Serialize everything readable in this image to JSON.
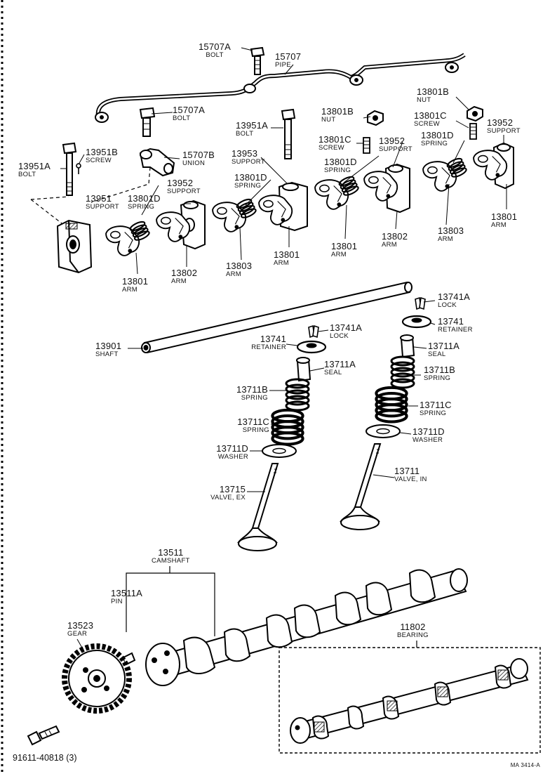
{
  "parts": {
    "bolt_15707a_top": {
      "number": "15707A",
      "name": "BOLT"
    },
    "pipe_15707": {
      "number": "15707",
      "name": "PIPE"
    },
    "bolt_15707a": {
      "number": "15707A",
      "name": "BOLT"
    },
    "union_15707b": {
      "number": "15707B",
      "name": "UNION"
    },
    "bolt_13951a_left": {
      "number": "13951A",
      "name": "BOLT"
    },
    "screw_13951b": {
      "number": "13951B",
      "name": "SCREW"
    },
    "support_13951": {
      "number": "13951",
      "name": "SUPPORT"
    },
    "spring_13801d_a": {
      "number": "13801D",
      "name": "SPRING"
    },
    "support_13952_a": {
      "number": "13952",
      "name": "SUPPORT"
    },
    "bolt_13951a_mid": {
      "number": "13951A",
      "name": "BOLT"
    },
    "support_13953": {
      "number": "13953",
      "name": "SUPPORT"
    },
    "spring_13801d_b": {
      "number": "13801D",
      "name": "SPRING"
    },
    "nut_13801b_a": {
      "number": "13801B",
      "name": "NUT"
    },
    "screw_13801c_a": {
      "number": "13801C",
      "name": "SCREW"
    },
    "spring_13801d_c": {
      "number": "13801D",
      "name": "SPRING"
    },
    "support_13952_b": {
      "number": "13952",
      "name": "SUPPORT"
    },
    "nut_13801b_b": {
      "number": "13801B",
      "name": "NUT"
    },
    "screw_13801c_b": {
      "number": "13801C",
      "name": "SCREW"
    },
    "spring_13801d_d": {
      "number": "13801D",
      "name": "SPRING"
    },
    "support_13952_c": {
      "number": "13952",
      "name": "SUPPORT"
    },
    "arm_13801_a": {
      "number": "13801",
      "name": "ARM"
    },
    "arm_13802_a": {
      "number": "13802",
      "name": "ARM"
    },
    "arm_13803_a": {
      "number": "13803",
      "name": "ARM"
    },
    "arm_13801_b": {
      "number": "13801",
      "name": "ARM"
    },
    "arm_13801_c": {
      "number": "13801",
      "name": "ARM"
    },
    "arm_13802_b": {
      "number": "13802",
      "name": "ARM"
    },
    "arm_13803_b": {
      "number": "13803",
      "name": "ARM"
    },
    "arm_13801_d": {
      "number": "13801",
      "name": "ARM"
    },
    "lock_13741a_in": {
      "number": "13741A",
      "name": "LOCK"
    },
    "retainer_13741_in": {
      "number": "13741",
      "name": "RETAINER"
    },
    "seal_13711a_in": {
      "number": "13711A",
      "name": "SEAL"
    },
    "spring_13711b_in": {
      "number": "13711B",
      "name": "SPRING"
    },
    "spring_13711c_in": {
      "number": "13711C",
      "name": "SPRING"
    },
    "washer_13711d_in": {
      "number": "13711D",
      "name": "WASHER"
    },
    "valve_13711_in": {
      "number": "13711",
      "name": "VALVE, IN"
    },
    "shaft_13901": {
      "number": "13901",
      "name": "SHAFT"
    },
    "retainer_13741_ex": {
      "number": "13741",
      "name": "RETAINER"
    },
    "lock_13741a_ex": {
      "number": "13741A",
      "name": "LOCK"
    },
    "seal_13711a_ex": {
      "number": "13711A",
      "name": "SEAL"
    },
    "spring_13711b_ex": {
      "number": "13711B",
      "name": "SPRING"
    },
    "spring_13711c_ex": {
      "number": "13711C",
      "name": "SPRING"
    },
    "washer_13711d_ex": {
      "number": "13711D",
      "name": "WASHER"
    },
    "valve_13715_ex": {
      "number": "13715",
      "name": "VALVE, EX"
    },
    "camshaft_13511": {
      "number": "13511",
      "name": "CAMSHAFT"
    },
    "pin_13511a": {
      "number": "13511A",
      "name": "PIN"
    },
    "gear_13523": {
      "number": "13523",
      "name": "GEAR"
    },
    "bearing_11802": {
      "number": "11802",
      "name": "BEARING"
    }
  },
  "bolt_91611": {
    "number": "91611-40818",
    "qty": "(3)"
  },
  "doc_code": "MA 3414-A"
}
